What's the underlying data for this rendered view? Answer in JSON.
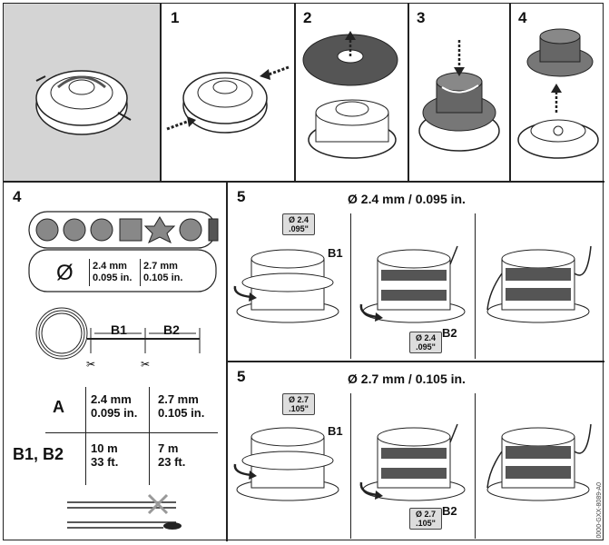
{
  "steps": {
    "s1": "1",
    "s2": "2",
    "s3": "3",
    "s4_top": "4",
    "s4_left": "4",
    "s5_top": "5",
    "s5_bottom": "5"
  },
  "diameter_symbol": "Ø",
  "diameter_options": [
    {
      "mm": "2.4 mm",
      "in": "0.095 in."
    },
    {
      "mm": "2.7 mm",
      "in": "0.105 in."
    }
  ],
  "measure_labels": {
    "b1": "B1",
    "b2": "B2"
  },
  "table": {
    "row_a_label": "A",
    "row_a": [
      {
        "mm": "2.4 mm",
        "in": "0.095 in."
      },
      {
        "mm": "2.7 mm",
        "in": "0.105 in."
      }
    ],
    "row_b_label": "B1, B2",
    "row_b": [
      {
        "m": "10 m",
        "ft": "33 ft."
      },
      {
        "m": "7 m",
        "ft": "23 ft."
      }
    ]
  },
  "section_top": {
    "title": "Ø 2.4 mm / 0.095 in.",
    "tag": "Ø 2.4 .095\"",
    "callout_b1": "B1",
    "callout_b2": "B2"
  },
  "section_bottom": {
    "title": "Ø 2.7 mm / 0.105 in.",
    "tag": "Ø 2.7 .105\"",
    "callout_b1": "B1",
    "callout_b2": "B2"
  },
  "image_code": "0000-GXX-8089-A0"
}
